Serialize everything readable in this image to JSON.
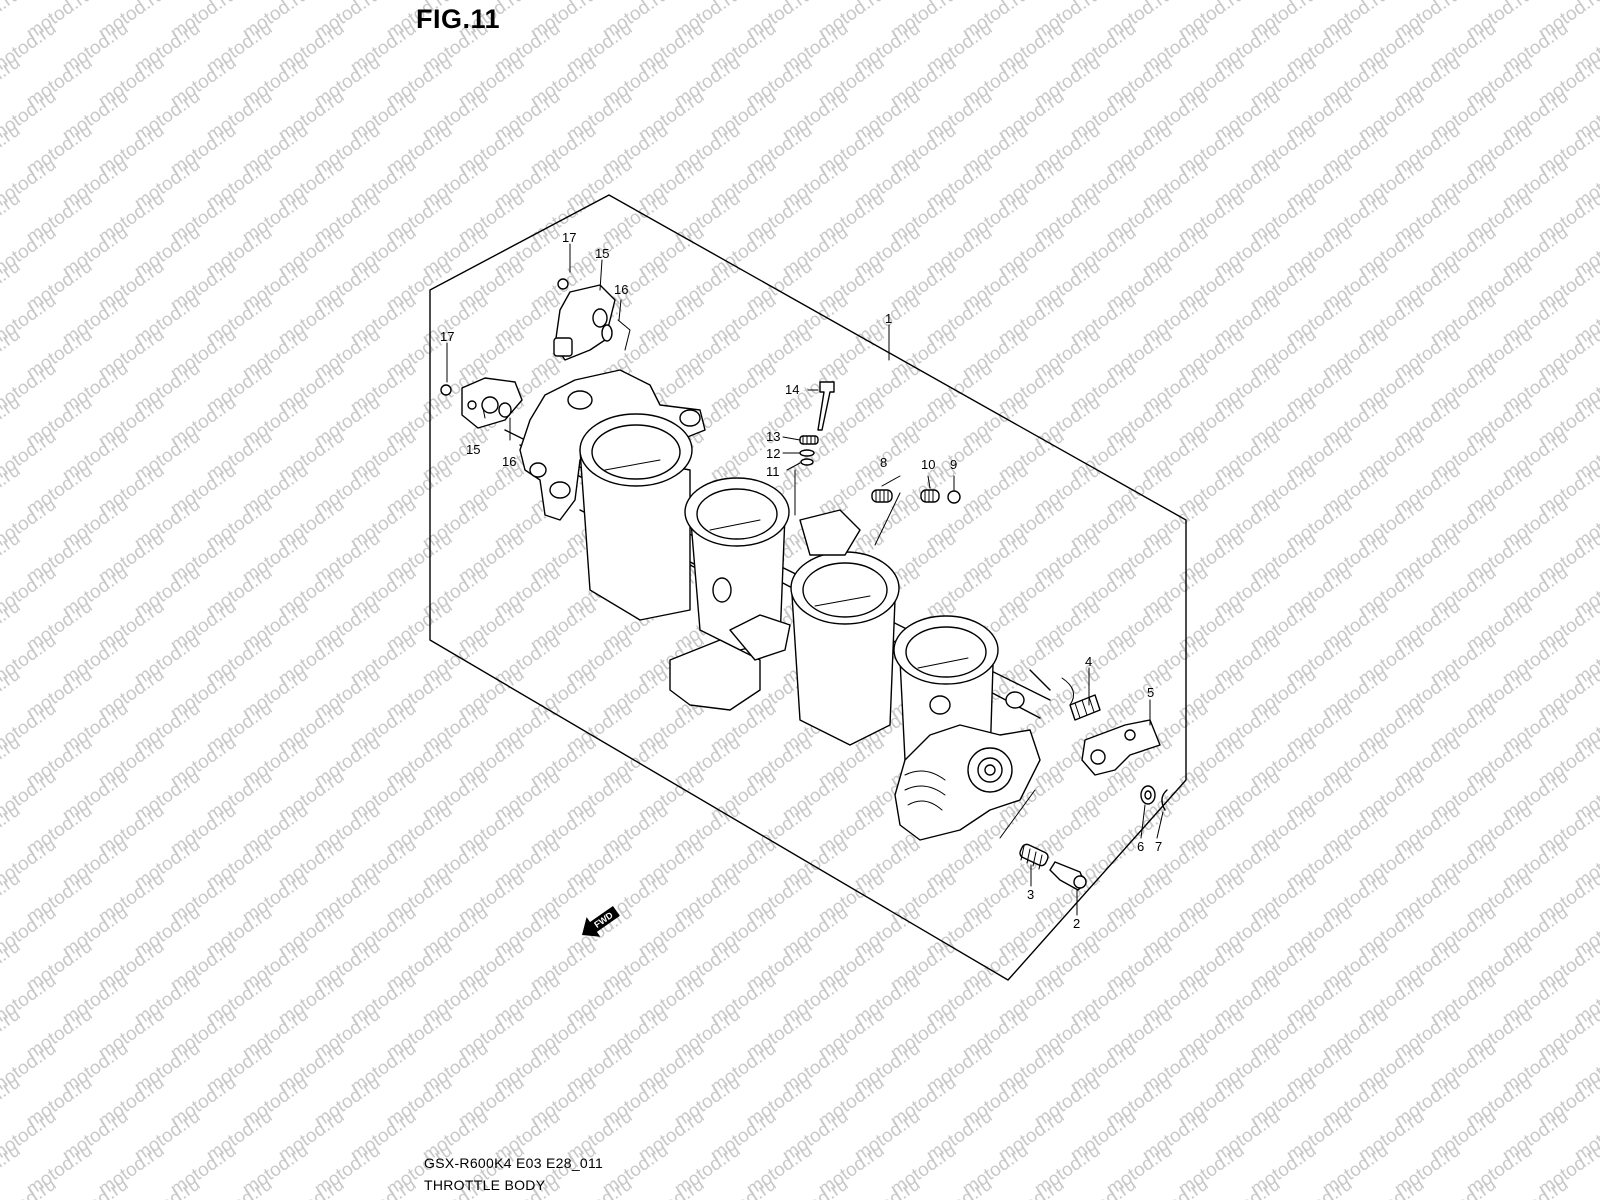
{
  "figure": {
    "title": "FIG.11",
    "model_code": "GSX-R600K4 E03 E28_011",
    "caption": "THROTTLE BODY"
  },
  "watermark": {
    "text": "motod.ru",
    "color": "#c8c8c8"
  },
  "fwd_badge": {
    "label": "FWD"
  },
  "callouts": [
    {
      "id": "1",
      "label": "1"
    },
    {
      "id": "2",
      "label": "2"
    },
    {
      "id": "3",
      "label": "3"
    },
    {
      "id": "4",
      "label": "4"
    },
    {
      "id": "5",
      "label": "5"
    },
    {
      "id": "6",
      "label": "6"
    },
    {
      "id": "7",
      "label": "7"
    },
    {
      "id": "8",
      "label": "8"
    },
    {
      "id": "9",
      "label": "9"
    },
    {
      "id": "10",
      "label": "10"
    },
    {
      "id": "11",
      "label": "11"
    },
    {
      "id": "12",
      "label": "12"
    },
    {
      "id": "13",
      "label": "13"
    },
    {
      "id": "14",
      "label": "14"
    },
    {
      "id": "15a",
      "label": "15"
    },
    {
      "id": "15b",
      "label": "15"
    },
    {
      "id": "16a",
      "label": "16"
    },
    {
      "id": "16b",
      "label": "16"
    },
    {
      "id": "17a",
      "label": "17"
    },
    {
      "id": "17b",
      "label": "17"
    }
  ]
}
